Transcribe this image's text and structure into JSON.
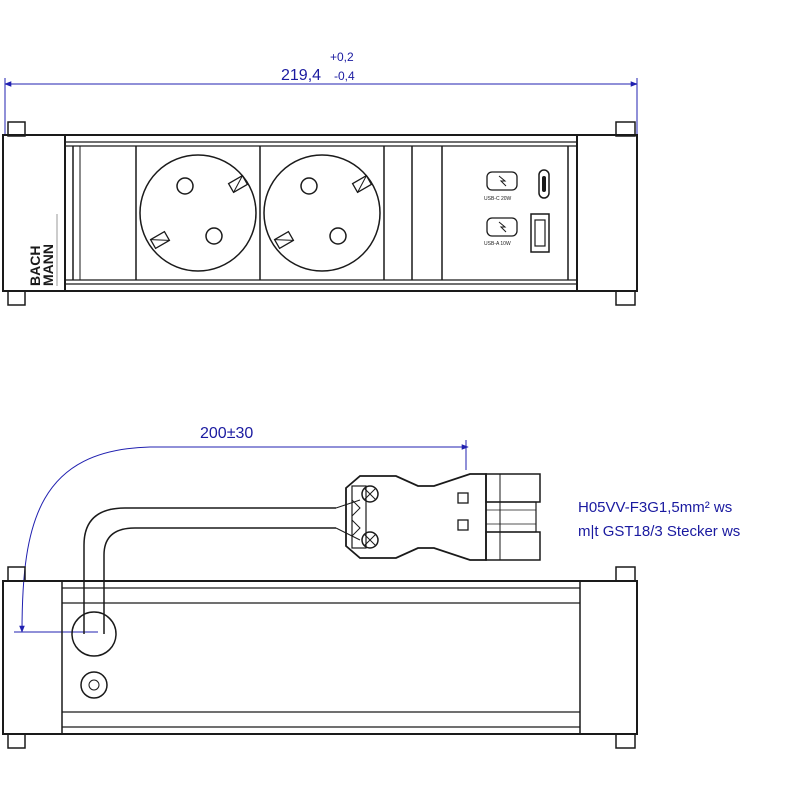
{
  "top_dimension": {
    "nominal": "219,4",
    "tol_upper": "+0,2",
    "tol_lower": "-0,4"
  },
  "brand": {
    "line1": "BACH",
    "line2": "MANN"
  },
  "usb_ports": [
    {
      "label": "USB-C 20W"
    },
    {
      "label": "USB-A 10W"
    }
  ],
  "cable_dimension": "200±30",
  "cable_note": {
    "line1": "H05VV-F3G1,5mm² ws",
    "line2": "m|t GST18/3  Stecker ws"
  }
}
